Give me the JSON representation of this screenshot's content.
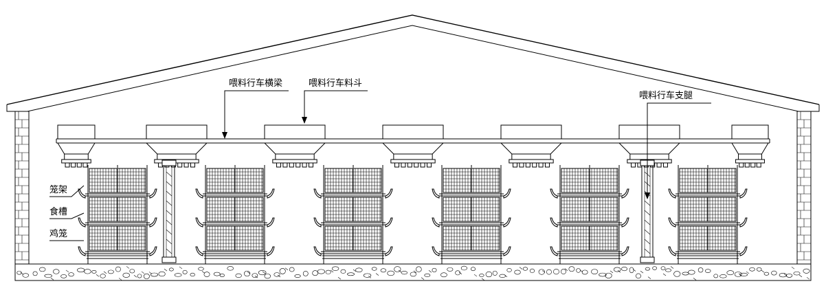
{
  "labels": {
    "beam": "喂料行车横梁",
    "hopper": "喂料行车料斗",
    "leg": "喂料行车支腿",
    "frame": "笼架",
    "trough": "食槽",
    "cage": "鸡笼"
  }
}
